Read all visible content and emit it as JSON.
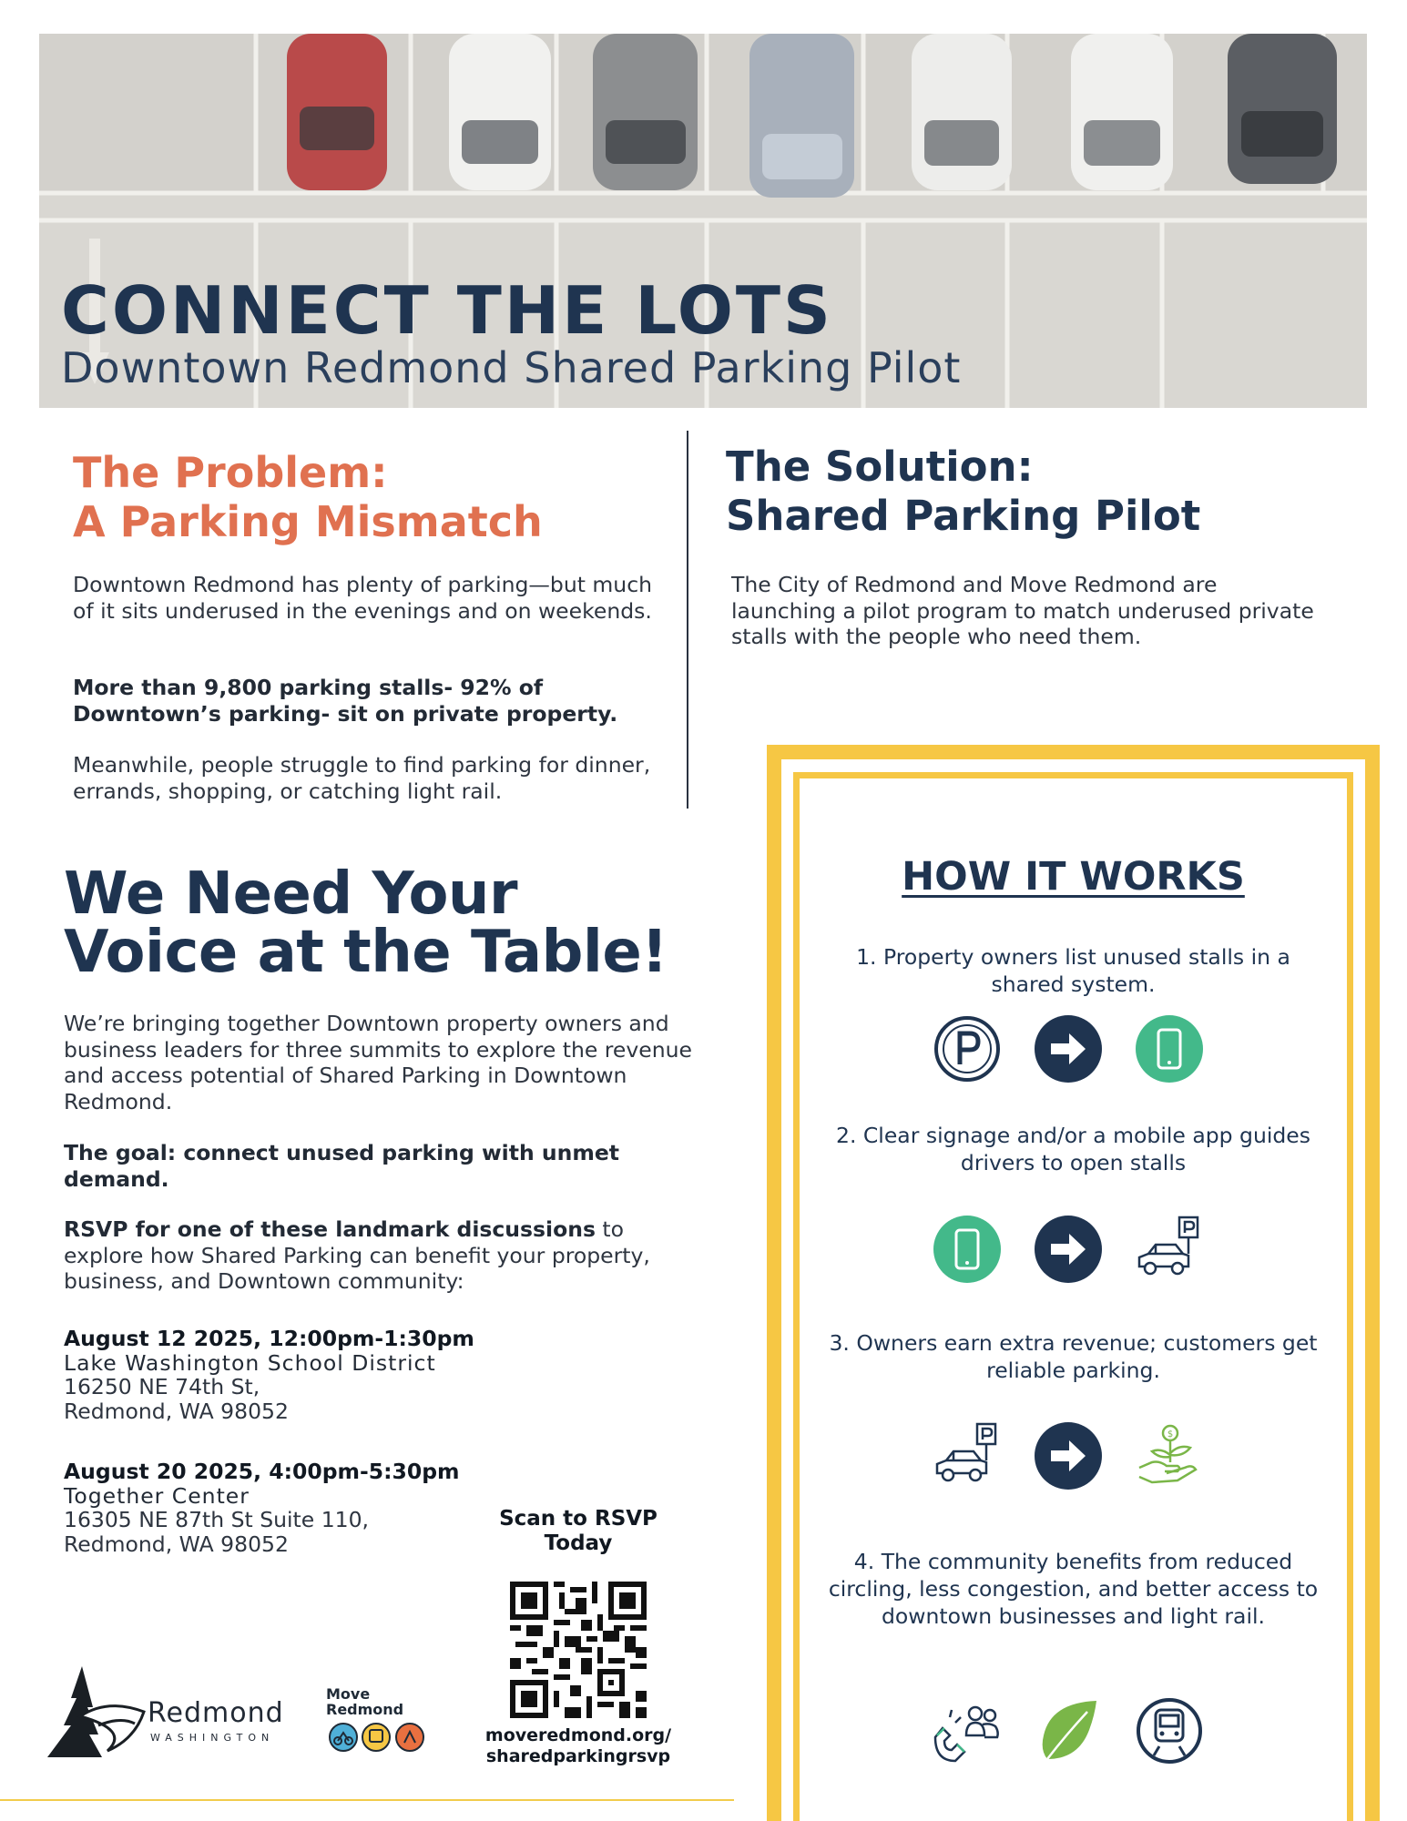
{
  "hero": {
    "title": "CONNECT THE LOTS",
    "subtitle": "Downtown Redmond Shared Parking Pilot"
  },
  "problem": {
    "heading_line1": "The Problem:",
    "heading_line2": "A Parking Mismatch",
    "para1": "Downtown Redmond has plenty of parking—but much of it sits underused in the evenings and on weekends.",
    "para2": "More than 9,800 parking stalls- 92% of Downtown’s parking- sit on private property.",
    "para3": "Meanwhile, people struggle to find parking for dinner, errands, shopping, or catching light rail."
  },
  "solution": {
    "heading_line1": "The Solution:",
    "heading_line2": "Shared Parking Pilot",
    "text": "The City of Redmond and Move Redmond are launching a pilot program to match underused private stalls with the people who need them."
  },
  "voice": {
    "heading_line1": "We Need Your",
    "heading_line2": "Voice at the Table!",
    "para1": "We’re bringing together Downtown property owners and business leaders for three summits to explore the revenue and access potential of Shared Parking in Downtown Redmond.",
    "goal": "The goal: connect unused parking with unmet demand.",
    "rsvp_bold": "RSVP for one of these landmark discussions",
    "rsvp_rest": " to explore how Shared Parking can benefit your property, business, and Downtown community:"
  },
  "events": [
    {
      "when": "August 12 2025, 12:00pm-1:30pm",
      "where": "Lake Washington School District",
      "address1": "16250 NE 74th St,",
      "address2": "Redmond, WA 98052"
    },
    {
      "when": "August 20 2025, 4:00pm-5:30pm",
      "where": "Together Center",
      "address1": "16305 NE 87th St Suite 110,",
      "address2": "Redmond, WA 98052"
    }
  ],
  "rsvp": {
    "label_line1": "Scan to RSVP",
    "label_line2": "Today",
    "url_line1": "moveredmond.org/",
    "url_line2": "sharedparkingrsvp"
  },
  "logos": {
    "redmond_name": "Redmond",
    "redmond_sub": "WASHINGTON",
    "move_line1": "Move",
    "move_line2": "Redmond"
  },
  "how": {
    "title": "HOW IT WORKS",
    "steps": [
      {
        "text": "1. Property owners list unused stalls in a shared system.",
        "icons": [
          "parking-icon",
          "arrow-right-icon",
          "phone-icon"
        ]
      },
      {
        "text": "2. Clear signage and/or a mobile app guides drivers to open stalls",
        "icons": [
          "phone-icon",
          "arrow-right-icon",
          "car-parking-icon"
        ]
      },
      {
        "text": "3. Owners earn extra revenue; customers get reliable parking.",
        "icons": [
          "car-parking-icon",
          "arrow-right-icon",
          "revenue-hand-icon"
        ]
      },
      {
        "text": "4. The community benefits from reduced circling, less congestion, and better access to downtown businesses and light rail.",
        "icons": [
          "magnet-people-icon",
          "leaf-icon",
          "train-icon"
        ]
      }
    ]
  },
  "colors": {
    "navy": "#1f3450",
    "orange": "#e07150",
    "yellow": "#f6c744",
    "green": "#43b98a",
    "leaf": "#7ab648"
  }
}
